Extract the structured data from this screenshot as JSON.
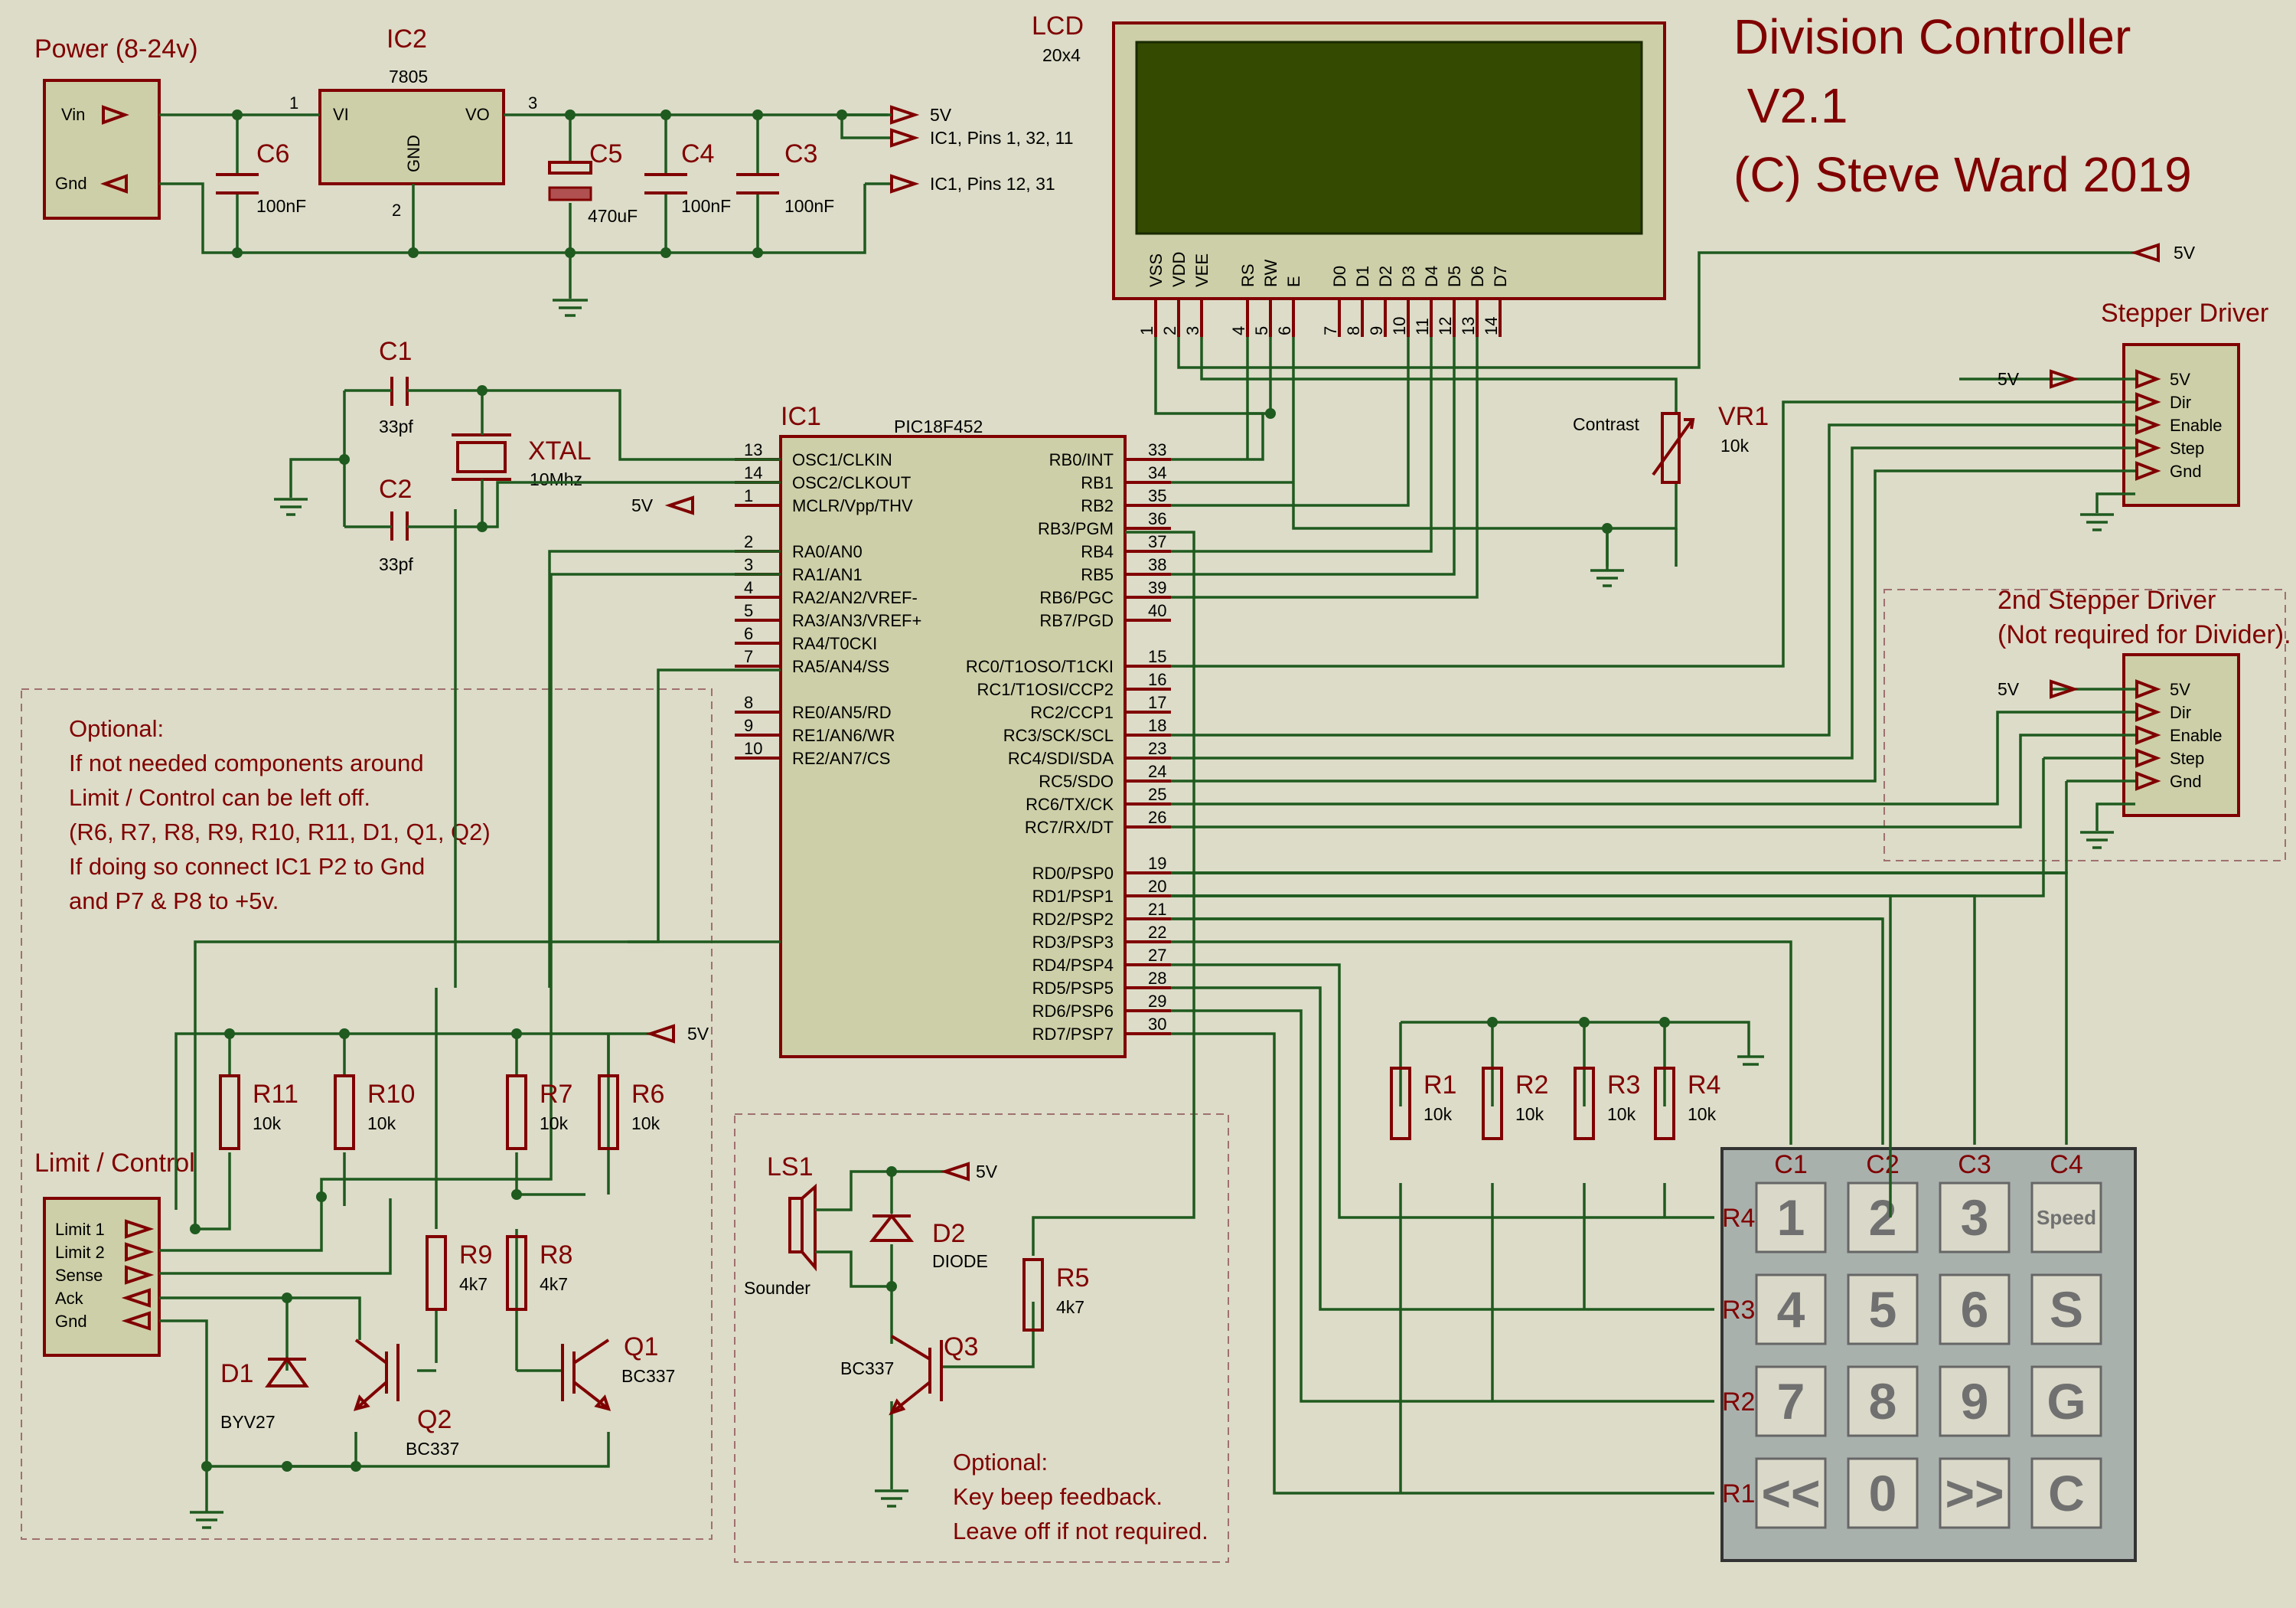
{
  "title": {
    "line1": "Division Controller",
    "line2": " V2.1",
    "line3": "(C) Steve Ward 2019"
  },
  "power": {
    "label": "Power (8-24v)",
    "pins": [
      "Vin",
      "Gnd"
    ]
  },
  "regulator": {
    "ref": "IC2",
    "value": "7805",
    "pins": [
      "VI",
      "VO",
      "GND"
    ],
    "pin_numbers": [
      "1",
      "3",
      "2"
    ]
  },
  "caps": {
    "c6": {
      "ref": "C6",
      "value": "100nF"
    },
    "c5": {
      "ref": "C5",
      "value": "470uF"
    },
    "c4": {
      "ref": "C4",
      "value": "100nF"
    },
    "c3": {
      "ref": "C3",
      "value": "100nF"
    },
    "c1": {
      "ref": "C1",
      "value": "33pf"
    },
    "c2": {
      "ref": "C2",
      "value": "33pf"
    }
  },
  "rails": {
    "v5": "5V",
    "ic1_pins_a": "IC1, Pins 1, 32, 11",
    "ic1_pins_b": "IC1, Pins 12, 31",
    "mclr_5v": "5V",
    "stepper_5v": "5V",
    "stepper2_5v": "5V",
    "lcd_5v": "5V",
    "sensor_5v": "5V",
    "sounder_5v": "5V"
  },
  "xtal": {
    "ref": "XTAL",
    "value": "10Mhz"
  },
  "lcd": {
    "ref": "LCD",
    "size": "20x4",
    "pins": [
      "VSS",
      "VDD",
      "VEE",
      "RS",
      "RW",
      "E",
      "D0",
      "D1",
      "D2",
      "D3",
      "D4",
      "D5",
      "D6",
      "D7"
    ],
    "numbers": [
      "1",
      "2",
      "3",
      "4",
      "5",
      "6",
      "7",
      "8",
      "9",
      "10",
      "11",
      "12",
      "13",
      "14"
    ]
  },
  "vr1": {
    "ref": "VR1",
    "value": "10k",
    "label": "Contrast"
  },
  "ic1": {
    "ref": "IC1",
    "part": "PIC18F452",
    "left_pins": [
      {
        "num": "13",
        "name": "OSC1/CLKIN"
      },
      {
        "num": "14",
        "name": "OSC2/CLKOUT"
      },
      {
        "num": "1",
        "name": "MCLR/Vpp/THV"
      },
      {
        "num": "2",
        "name": "RA0/AN0"
      },
      {
        "num": "3",
        "name": "RA1/AN1"
      },
      {
        "num": "4",
        "name": "RA2/AN2/VREF-"
      },
      {
        "num": "5",
        "name": "RA3/AN3/VREF+"
      },
      {
        "num": "6",
        "name": "RA4/T0CKI"
      },
      {
        "num": "7",
        "name": "RA5/AN4/SS"
      },
      {
        "num": "8",
        "name": "RE0/AN5/RD"
      },
      {
        "num": "9",
        "name": "RE1/AN6/WR"
      },
      {
        "num": "10",
        "name": "RE2/AN7/CS"
      }
    ],
    "right_pins": [
      {
        "num": "33",
        "name": "RB0/INT"
      },
      {
        "num": "34",
        "name": "RB1"
      },
      {
        "num": "35",
        "name": "RB2"
      },
      {
        "num": "36",
        "name": "RB3/PGM"
      },
      {
        "num": "37",
        "name": "RB4"
      },
      {
        "num": "38",
        "name": "RB5"
      },
      {
        "num": "39",
        "name": "RB6/PGC"
      },
      {
        "num": "40",
        "name": "RB7/PGD"
      },
      {
        "num": "15",
        "name": "RC0/T1OSO/T1CKI"
      },
      {
        "num": "16",
        "name": "RC1/T1OSI/CCP2"
      },
      {
        "num": "17",
        "name": "RC2/CCP1"
      },
      {
        "num": "18",
        "name": "RC3/SCK/SCL"
      },
      {
        "num": "23",
        "name": "RC4/SDI/SDA"
      },
      {
        "num": "24",
        "name": "RC5/SDO"
      },
      {
        "num": "25",
        "name": "RC6/TX/CK"
      },
      {
        "num": "26",
        "name": "RC7/RX/DT"
      },
      {
        "num": "19",
        "name": "RD0/PSP0"
      },
      {
        "num": "20",
        "name": "RD1/PSP1"
      },
      {
        "num": "21",
        "name": "RD2/PSP2"
      },
      {
        "num": "22",
        "name": "RD3/PSP3"
      },
      {
        "num": "27",
        "name": "RD4/PSP4"
      },
      {
        "num": "28",
        "name": "RD5/PSP5"
      },
      {
        "num": "29",
        "name": "RD6/PSP6"
      },
      {
        "num": "30",
        "name": "RD7/PSP7"
      }
    ]
  },
  "stepper1": {
    "label": "Stepper Driver",
    "pins": [
      "5V",
      "Dir",
      "Enable",
      "Step",
      "Gnd"
    ]
  },
  "stepper2": {
    "label1": "2nd Stepper Driver",
    "label2": "(Not required for Divider).",
    "pins": [
      "5V",
      "Dir",
      "Enable",
      "Step",
      "Gnd"
    ]
  },
  "optional_note": {
    "lines": [
      "Optional:",
      "If not needed components around",
      "Limit / Control can be left off.",
      "(R6, R7, R8, R9, R10, R11, D1, Q1, Q2)",
      "If doing so connect IC1 P2 to Gnd",
      "and P7 & P8 to +5v."
    ]
  },
  "limit": {
    "label": "Limit / Control",
    "pins": [
      "Limit 1",
      "Limit 2",
      "Sense",
      "Ack",
      "Gnd"
    ]
  },
  "resistors": {
    "r11": {
      "ref": "R11",
      "value": "10k"
    },
    "r10": {
      "ref": "R10",
      "value": "10k"
    },
    "r7": {
      "ref": "R7",
      "value": "10k"
    },
    "r6": {
      "ref": "R6",
      "value": "10k"
    },
    "r9": {
      "ref": "R9",
      "value": "4k7"
    },
    "r8": {
      "ref": "R8",
      "value": "4k7"
    },
    "r5": {
      "ref": "R5",
      "value": "4k7"
    },
    "r1": {
      "ref": "R1",
      "value": "10k"
    },
    "r2": {
      "ref": "R2",
      "value": "10k"
    },
    "r3": {
      "ref": "R3",
      "value": "10k"
    },
    "r4": {
      "ref": "R4",
      "value": "10k"
    }
  },
  "diodes": {
    "d1": {
      "ref": "D1",
      "value": "BYV27"
    },
    "d2": {
      "ref": "D2",
      "value": "DIODE"
    }
  },
  "transistors": {
    "q1": {
      "ref": "Q1",
      "value": "BC337"
    },
    "q2": {
      "ref": "Q2",
      "value": "BC337"
    },
    "q3": {
      "ref": "Q3",
      "value": "BC337"
    }
  },
  "sounder": {
    "ref": "LS1",
    "value": "Sounder"
  },
  "beep_note": {
    "lines": [
      "Optional:",
      "Key beep feedback.",
      "Leave off if not required."
    ]
  },
  "keypad": {
    "cols": [
      "C1",
      "C2",
      "C3",
      "C4"
    ],
    "rows": [
      "R4",
      "R3",
      "R2",
      "R1"
    ],
    "keys": [
      "1",
      "2",
      "3",
      "Speed",
      "4",
      "5",
      "6",
      "S",
      "7",
      "8",
      "9",
      "G",
      "<<",
      "0",
      ">>",
      "C"
    ]
  }
}
